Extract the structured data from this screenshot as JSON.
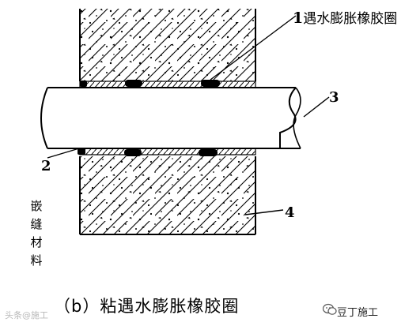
{
  "labels": {
    "one_number": "1",
    "one_text": "遇水膨胀橡胶圈",
    "two": "2",
    "three": "3",
    "four": "4",
    "vertical": [
      "嵌",
      "缝",
      "材",
      "料"
    ]
  },
  "caption": "（b）粘遇水膨胀橡胶圈",
  "watermark": "头条@施工",
  "brand": "豆丁施工",
  "colors": {
    "line": "#000000",
    "background": "#ffffff"
  }
}
